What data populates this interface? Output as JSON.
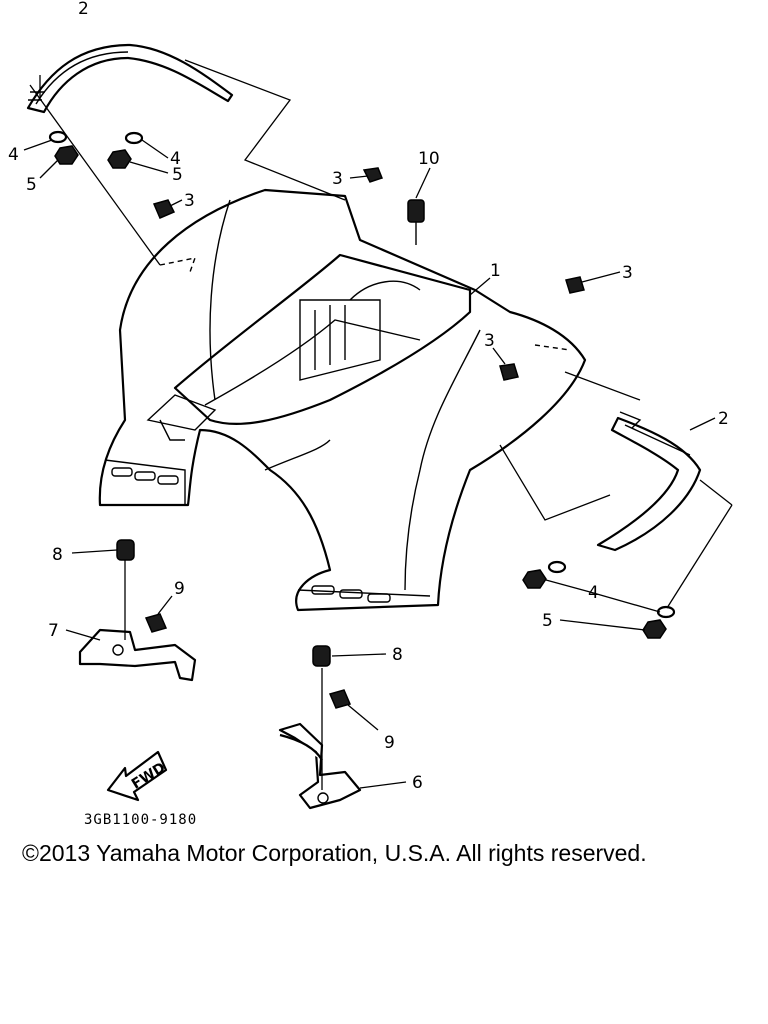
{
  "diagram": {
    "callouts": [
      "2",
      "4",
      "5",
      "4",
      "5",
      "3",
      "3",
      "10",
      "1",
      "3",
      "3",
      "2",
      "4",
      "5",
      "8",
      "9",
      "7",
      "8",
      "9",
      "6"
    ],
    "direction_marker": "FWD",
    "drawing_code": "3GB1100-9180"
  },
  "footer": {
    "copyright": "©2013 Yamaha Motor Corporation, U.S.A. All rights reserved."
  }
}
